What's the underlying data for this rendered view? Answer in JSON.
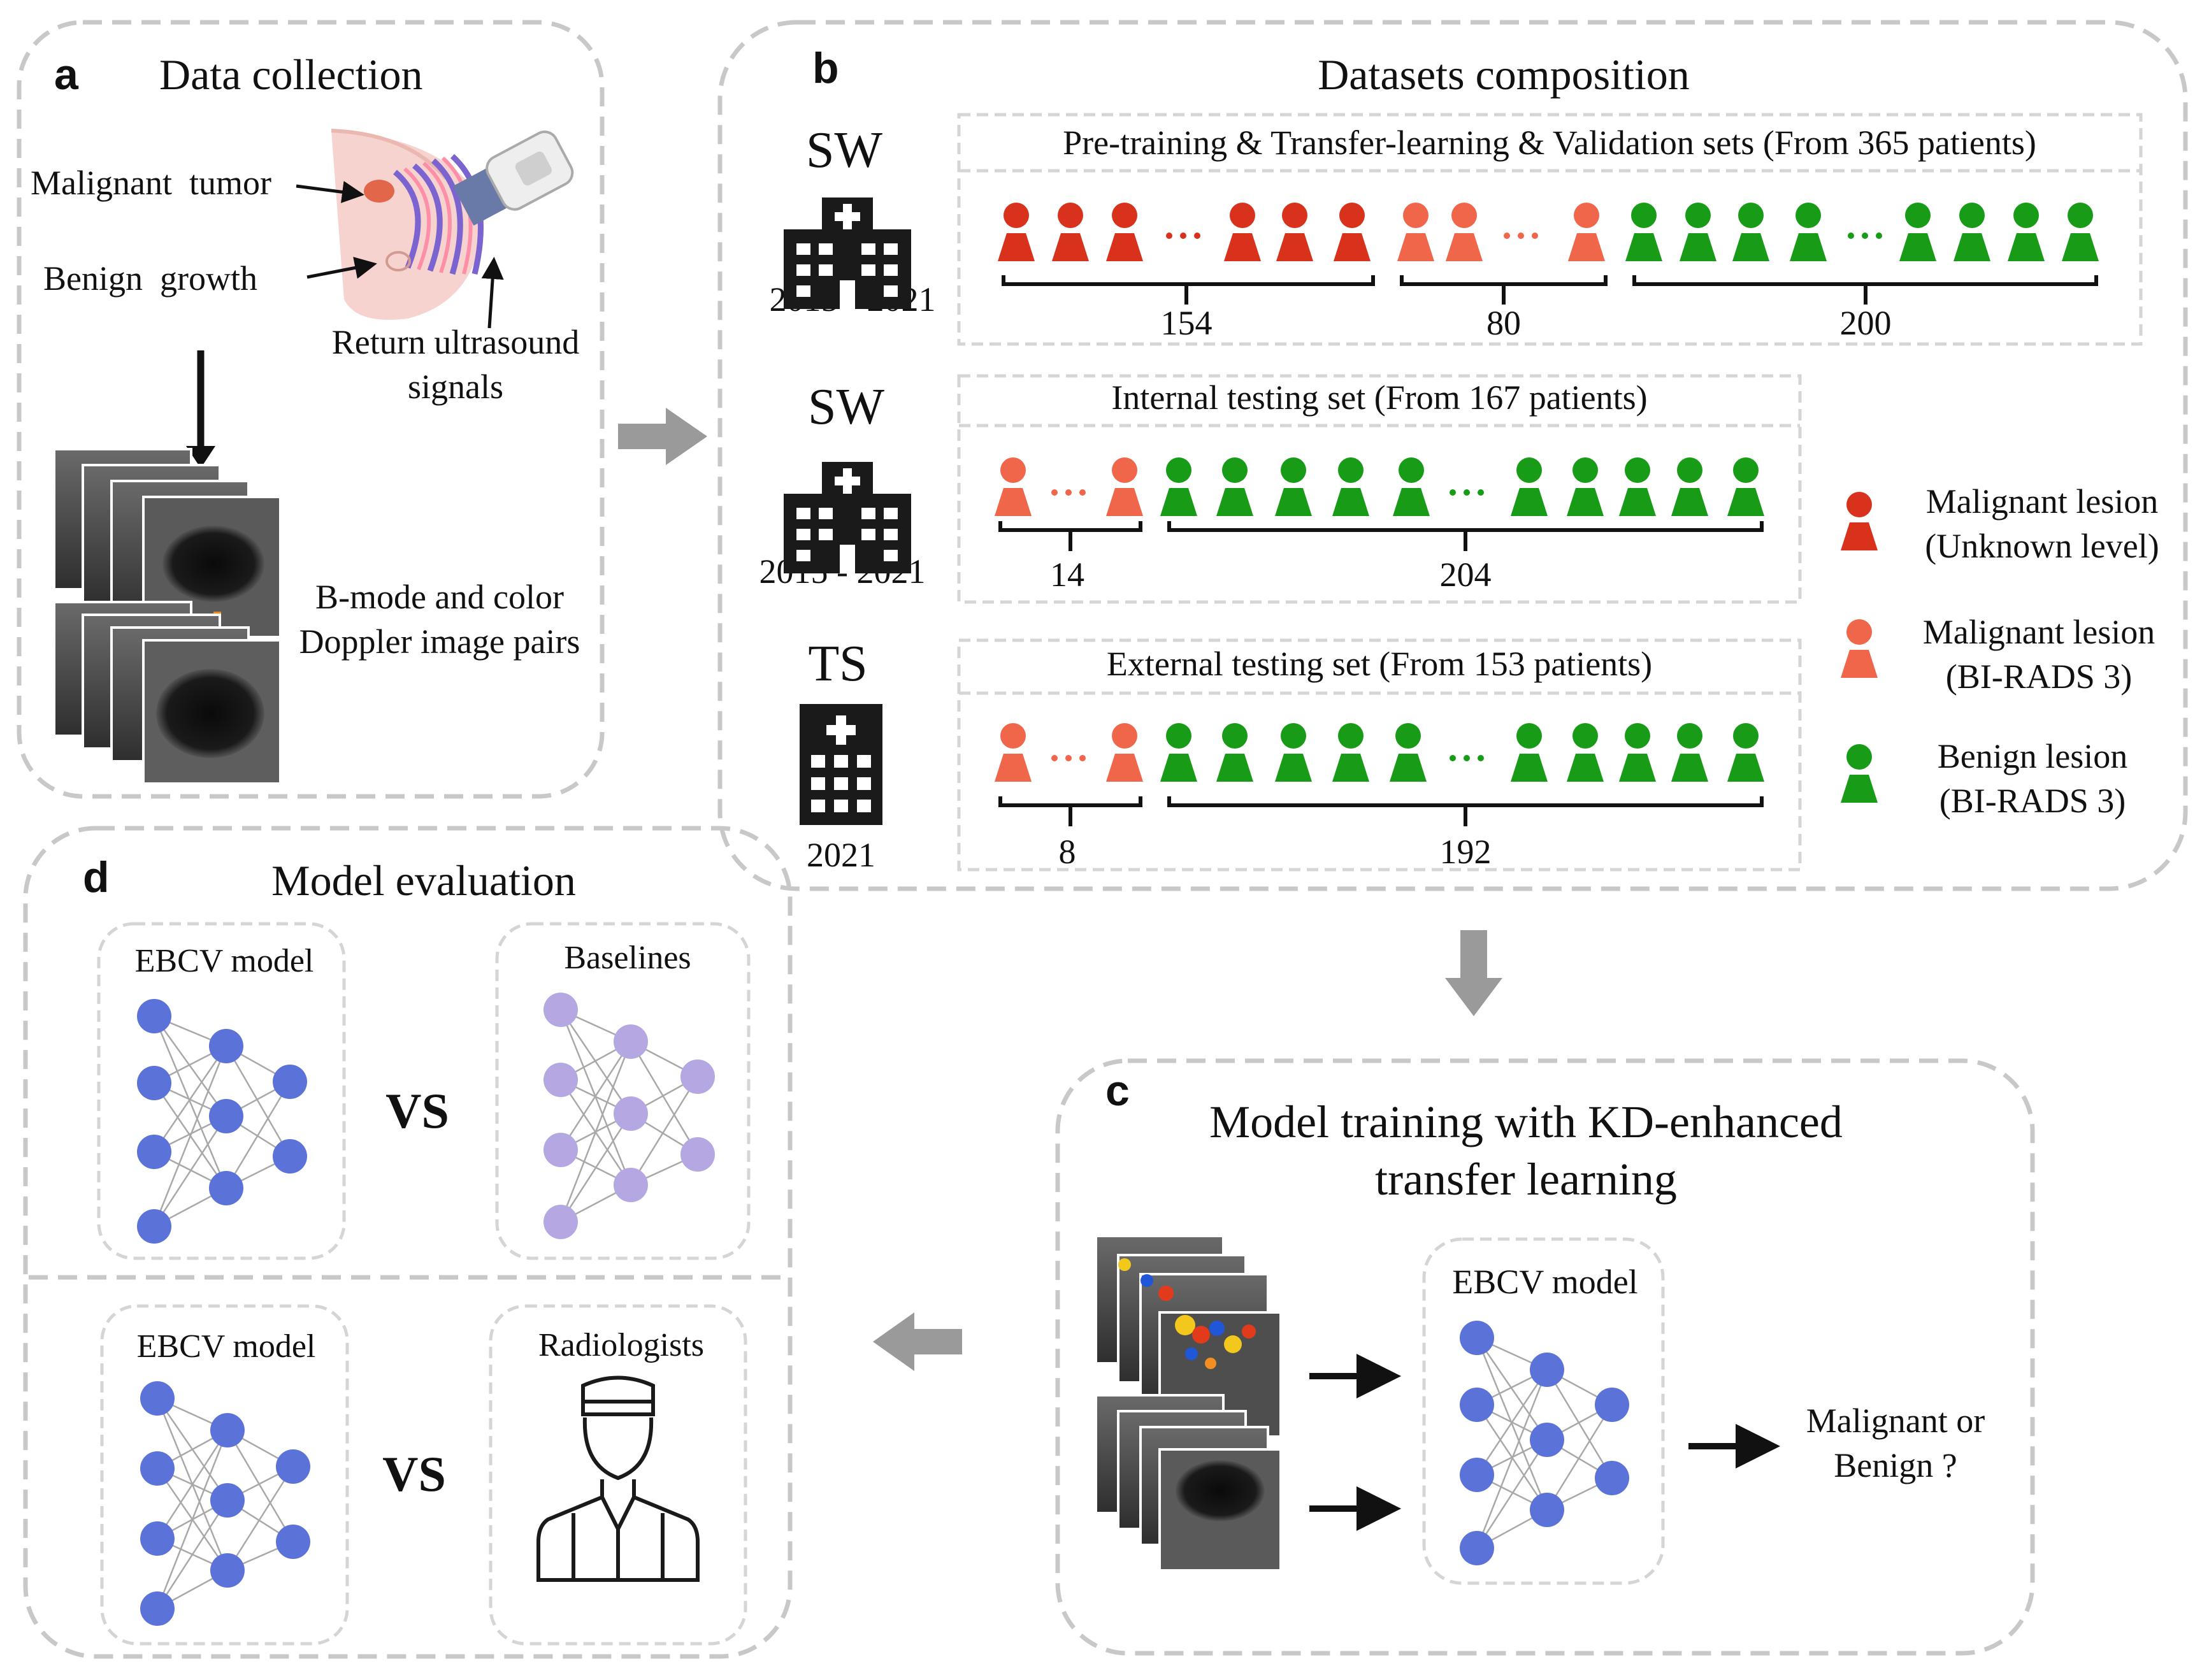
{
  "panel_a": {
    "letter": "a",
    "title": "Data collection",
    "malignant_label": "Malignant  tumor",
    "benign_label": "Benign  growth",
    "return_signal_line1": "Return ultrasound",
    "return_signal_line2": "signals",
    "image_pairs_line1": "B-mode and color",
    "image_pairs_line2": "Doppler image pairs"
  },
  "panel_b": {
    "letter": "b",
    "title": "Datasets composition",
    "rows": [
      {
        "site": "SW",
        "years": "2015 - 2021",
        "set_title": "Pre-training & Transfer-learning & Validation sets (From 365 patients)",
        "counts": [
          "154",
          "80",
          "200"
        ]
      },
      {
        "site": "SW",
        "years": "2015 - 2021",
        "set_title": "Internal testing set (From 167 patients)",
        "counts": [
          "14",
          "204"
        ]
      },
      {
        "site": "TS",
        "years": "2021",
        "set_title": "External testing set (From 153 patients)",
        "counts": [
          "8",
          "192"
        ]
      }
    ],
    "legend": [
      {
        "line1": "Malignant lesion",
        "line2": "(Unknown level)",
        "color": "#d8321c"
      },
      {
        "line1": "Malignant lesion",
        "line2": "(BI-RADS 3)",
        "color": "#f0664a"
      },
      {
        "line1": "Benign lesion",
        "line2": "(BI-RADS 3)",
        "color": "#189c18"
      }
    ]
  },
  "panel_c": {
    "letter": "c",
    "title_line1": "Model training with KD-enhanced",
    "title_line2": "transfer learning",
    "model_label": "EBCV model",
    "output_line1": "Malignant or",
    "output_line2": "Benign ?"
  },
  "panel_d": {
    "letter": "d",
    "title": "Model evaluation",
    "top_left_label": "EBCV model",
    "top_right_label": "Baselines",
    "bottom_left_label": "EBCV model",
    "bottom_right_label": "Radiologists",
    "vs": "VS"
  },
  "colors": {
    "malignant_unknown": "#d8321c",
    "malignant_birads3": "#f0664a",
    "benign": "#189c18",
    "node_ebcv": "#5b72d8",
    "node_baseline": "#b5a8e2",
    "arrow_gray": "#9a9a9a",
    "dashed_border": "#c8c8c8"
  }
}
